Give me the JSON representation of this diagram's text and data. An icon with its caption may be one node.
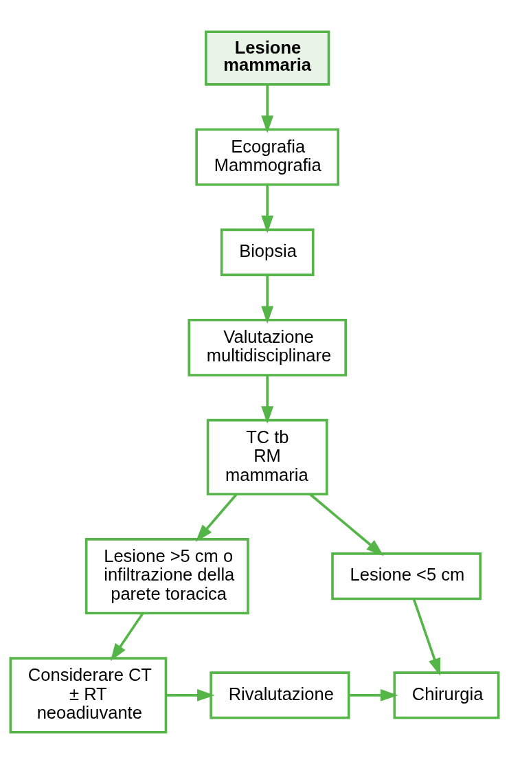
{
  "diagram": {
    "nodes": [
      {
        "text": [
          "Lesione mammaria"
        ]
      },
      {
        "text": [
          "Ecografia Mammografia"
        ]
      },
      {
        "text": [
          "Biopsia"
        ]
      },
      {
        "text": [
          "Valutazione multidisciplinare"
        ]
      },
      {
        "text": [
          "TC tb RM mammaria"
        ]
      },
      {
        "text": [
          "Lesione >5 cm o infiltrazione della parete toracica"
        ]
      },
      {
        "text": [
          "Lesione <5 cm"
        ]
      },
      {
        "text": [
          "Chirurgia"
        ]
      },
      {
        "text": [
          "Considerare CT ± RT neoadiuvante"
        ]
      },
      {
        "text": [
          "Rivalutazione"
        ]
      }
    ],
    "edges": [
      {
        "from": 0,
        "to": 1,
        "arrow": "to"
      },
      {
        "from": 1,
        "to": 2,
        "arrow": "to"
      },
      {
        "from": 2,
        "to": 3,
        "arrow": "to"
      },
      {
        "from": 3,
        "to": 4,
        "arrow": "to"
      },
      {
        "from": 4,
        "to": 5,
        "arrow": "to"
      },
      {
        "from": 4,
        "to": 6,
        "arrow": "to"
      },
      {
        "from": 6,
        "to": 7,
        "arrow": "to"
      },
      {
        "from": 5,
        "to": 8,
        "arrow": "to"
      },
      {
        "from": 8,
        "to": 9,
        "arrow": "to"
      },
      {
        "from": 9,
        "to": 7,
        "arrow": "to"
      }
    ]
  }
}
